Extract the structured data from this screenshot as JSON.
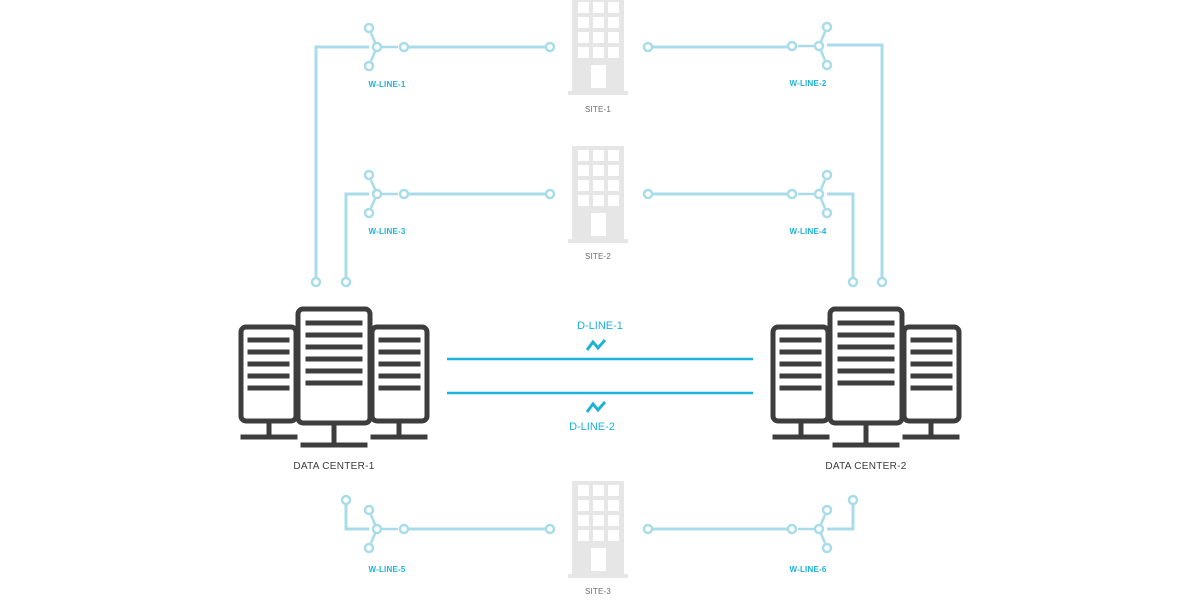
{
  "colors": {
    "w_line": "#a9dcea",
    "d_line": "#1fb2d8",
    "server": "#3d3d3d",
    "building": "#e6e6e6",
    "w_label": "#1fb2d8",
    "site_label": "#6d6d6d",
    "dc_label": "#3b3b3b"
  },
  "data_centers": [
    {
      "id": "dc1",
      "label": "DATA CENTER-1",
      "icon": "server-rack-icon"
    },
    {
      "id": "dc2",
      "label": "DATA CENTER-2",
      "icon": "server-rack-icon"
    }
  ],
  "sites": [
    {
      "id": "site1",
      "label": "SITE-1",
      "icon": "building-icon"
    },
    {
      "id": "site2",
      "label": "SITE-2",
      "icon": "building-icon"
    },
    {
      "id": "site3",
      "label": "SITE-3",
      "icon": "building-icon"
    }
  ],
  "w_lines": [
    {
      "id": "w1",
      "label": "W-LINE-1",
      "icon": "switch-icon"
    },
    {
      "id": "w2",
      "label": "W-LINE-2",
      "icon": "switch-icon"
    },
    {
      "id": "w3",
      "label": "W-LINE-3",
      "icon": "switch-icon"
    },
    {
      "id": "w4",
      "label": "W-LINE-4",
      "icon": "switch-icon"
    },
    {
      "id": "w5",
      "label": "W-LINE-5",
      "icon": "switch-icon"
    },
    {
      "id": "w6",
      "label": "W-LINE-6",
      "icon": "switch-icon"
    }
  ],
  "d_lines": [
    {
      "id": "d1",
      "label": "D-LINE-1",
      "icon": "lightning-icon"
    },
    {
      "id": "d2",
      "label": "D-LINE-2",
      "icon": "lightning-icon"
    }
  ]
}
